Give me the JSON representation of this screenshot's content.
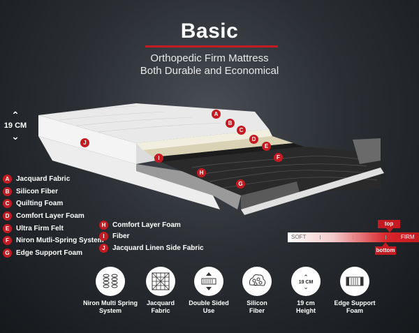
{
  "title": "Basic",
  "subtitle_line1": "Orthopedic Firm Mattress",
  "subtitle_line2": "Both Durable and Economical",
  "height_label": "19 CM",
  "layers_left": [
    {
      "letter": "A",
      "label": "Jacquard Fabric"
    },
    {
      "letter": "B",
      "label": "Silicon Fiber"
    },
    {
      "letter": "C",
      "label": "Quilting Foam"
    },
    {
      "letter": "D",
      "label": "Comfort Layer Foam"
    },
    {
      "letter": "E",
      "label": "Ultra Firm Felt"
    },
    {
      "letter": "F",
      "label": "Niron Mutli-Spring System"
    },
    {
      "letter": "G",
      "label": "Edge Support Foam"
    }
  ],
  "layers_right": [
    {
      "letter": "H",
      "label": "Comfort Layer Foam"
    },
    {
      "letter": "I",
      "label": "Fiber"
    },
    {
      "letter": "J",
      "label": "Jacquard Linen Side Fabric"
    }
  ],
  "diagram_markers": [
    "A",
    "B",
    "C",
    "D",
    "E",
    "F",
    "G",
    "H",
    "I",
    "J"
  ],
  "firmness": {
    "soft_label": "SOFT",
    "firm_label": "FIRM",
    "top_label": "top",
    "bottom_label": "bottom",
    "top_level": 0.77,
    "bottom_level": 0.75
  },
  "features": [
    {
      "icon": "spring-icon",
      "line1": "Niron Multi Spring",
      "line2": "System"
    },
    {
      "icon": "jacquard-fabric-icon",
      "line1": "Jacquard",
      "line2": "Fabric"
    },
    {
      "icon": "double-sided-icon",
      "line1": "Double Sided",
      "line2": "Use"
    },
    {
      "icon": "silicon-fiber-icon",
      "line1": "Silicon",
      "line2": "Fiber"
    },
    {
      "icon": "height-icon",
      "line1": "19 cm",
      "line2": "Height",
      "icon_text": "19 CM"
    },
    {
      "icon": "edge-support-icon",
      "line1": "Edge Support",
      "line2": "Foam"
    }
  ],
  "colors": {
    "accent": "#c41a22",
    "background": "#2b2f34"
  }
}
